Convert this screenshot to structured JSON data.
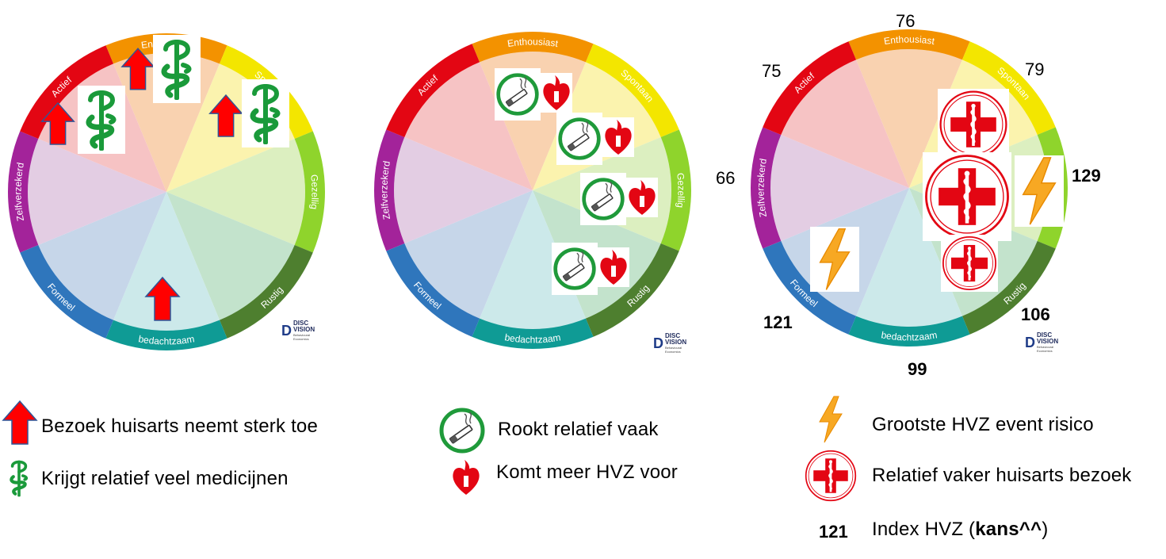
{
  "wheel": {
    "segments": [
      {
        "label": "Enthousiast",
        "color": "#f39200",
        "fill": "#f9d2b0"
      },
      {
        "label": "Spontaan",
        "color": "#f3e600",
        "fill": "#fbf3ae"
      },
      {
        "label": "Gezellig",
        "color": "#8fd42c",
        "fill": "#dcefc0"
      },
      {
        "label": "Rustig",
        "color": "#4e7f2f",
        "fill": "#c3e3cc"
      },
      {
        "label": "bedachtzaam",
        "color": "#0f9b95",
        "fill": "#cce9ea"
      },
      {
        "label": "Formeel",
        "color": "#2f76bc",
        "fill": "#c6d6e9"
      },
      {
        "label": "Zelfverzekerd",
        "color": "#a3239a",
        "fill": "#e3cde3"
      },
      {
        "label": "Actief",
        "color": "#e30613",
        "fill": "#f6c3c4"
      }
    ],
    "logo": {
      "mark": "D",
      "line1": "DISC",
      "line2": "VISION",
      "line3": "Behavioural Economics"
    }
  },
  "indices": {
    "enthousiast": "76",
    "actief": "75",
    "spontaan": "79",
    "zelfverzekerd": "66",
    "gezellig": "129",
    "rustig": "106",
    "formeel": "121",
    "bedachtzaam": "99"
  },
  "legends": {
    "chart1": {
      "arrow": "Bezoek huisarts neemt sterk toe",
      "medicine": "Krijgt relatief veel medicijnen"
    },
    "chart2": {
      "smoking": "Rookt relatief vaak",
      "heart": "Komt meer HVZ voor"
    },
    "chart3": {
      "lightning": "Grootste HVZ event risico",
      "doctor": "Relatief vaker huisarts bezoek",
      "index_number": "121",
      "index_text_pre": "Index HVZ (",
      "index_text_bold": "kans^^",
      "index_text_post": ")"
    }
  },
  "icons": {
    "arrow": "red-up-arrow-icon",
    "medicine": "green-caduceus-icon",
    "smoking": "cigarette-icon",
    "heart": "red-heart-torch-icon",
    "lightning": "orange-lightning-icon",
    "doctor": "red-cross-doctor-badge-icon"
  }
}
